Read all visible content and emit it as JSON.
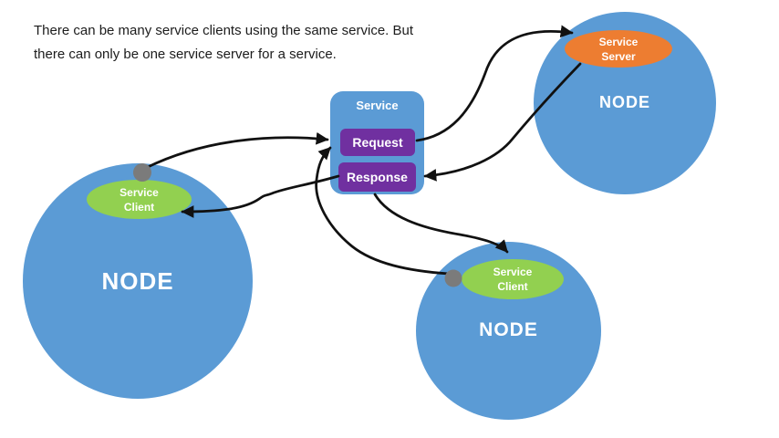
{
  "title": {
    "line1": "There can be many service clients using the same service. But",
    "line2": "there can only be one service server for a service."
  },
  "service_box": {
    "title": "Service",
    "request": "Request",
    "response": "Response"
  },
  "nodes": {
    "left": {
      "label": "NODE",
      "attachment": {
        "line1": "Service",
        "line2": "Client"
      }
    },
    "right": {
      "label": "NODE",
      "attachment": {
        "line1": "Service",
        "line2": "Server"
      }
    },
    "bottom": {
      "label": "NODE",
      "attachment": {
        "line1": "Service",
        "line2": "Client"
      }
    }
  },
  "colors": {
    "node_fill": "#5B9BD5",
    "service_client_fill": "#92D050",
    "service_server_fill": "#ED7D31",
    "request_response_fill": "#7030A0",
    "connector": "#111111",
    "connection_dot": "#7B7B7B",
    "label_text": "#FFFFFF",
    "body_text": "#1C1C1C"
  }
}
